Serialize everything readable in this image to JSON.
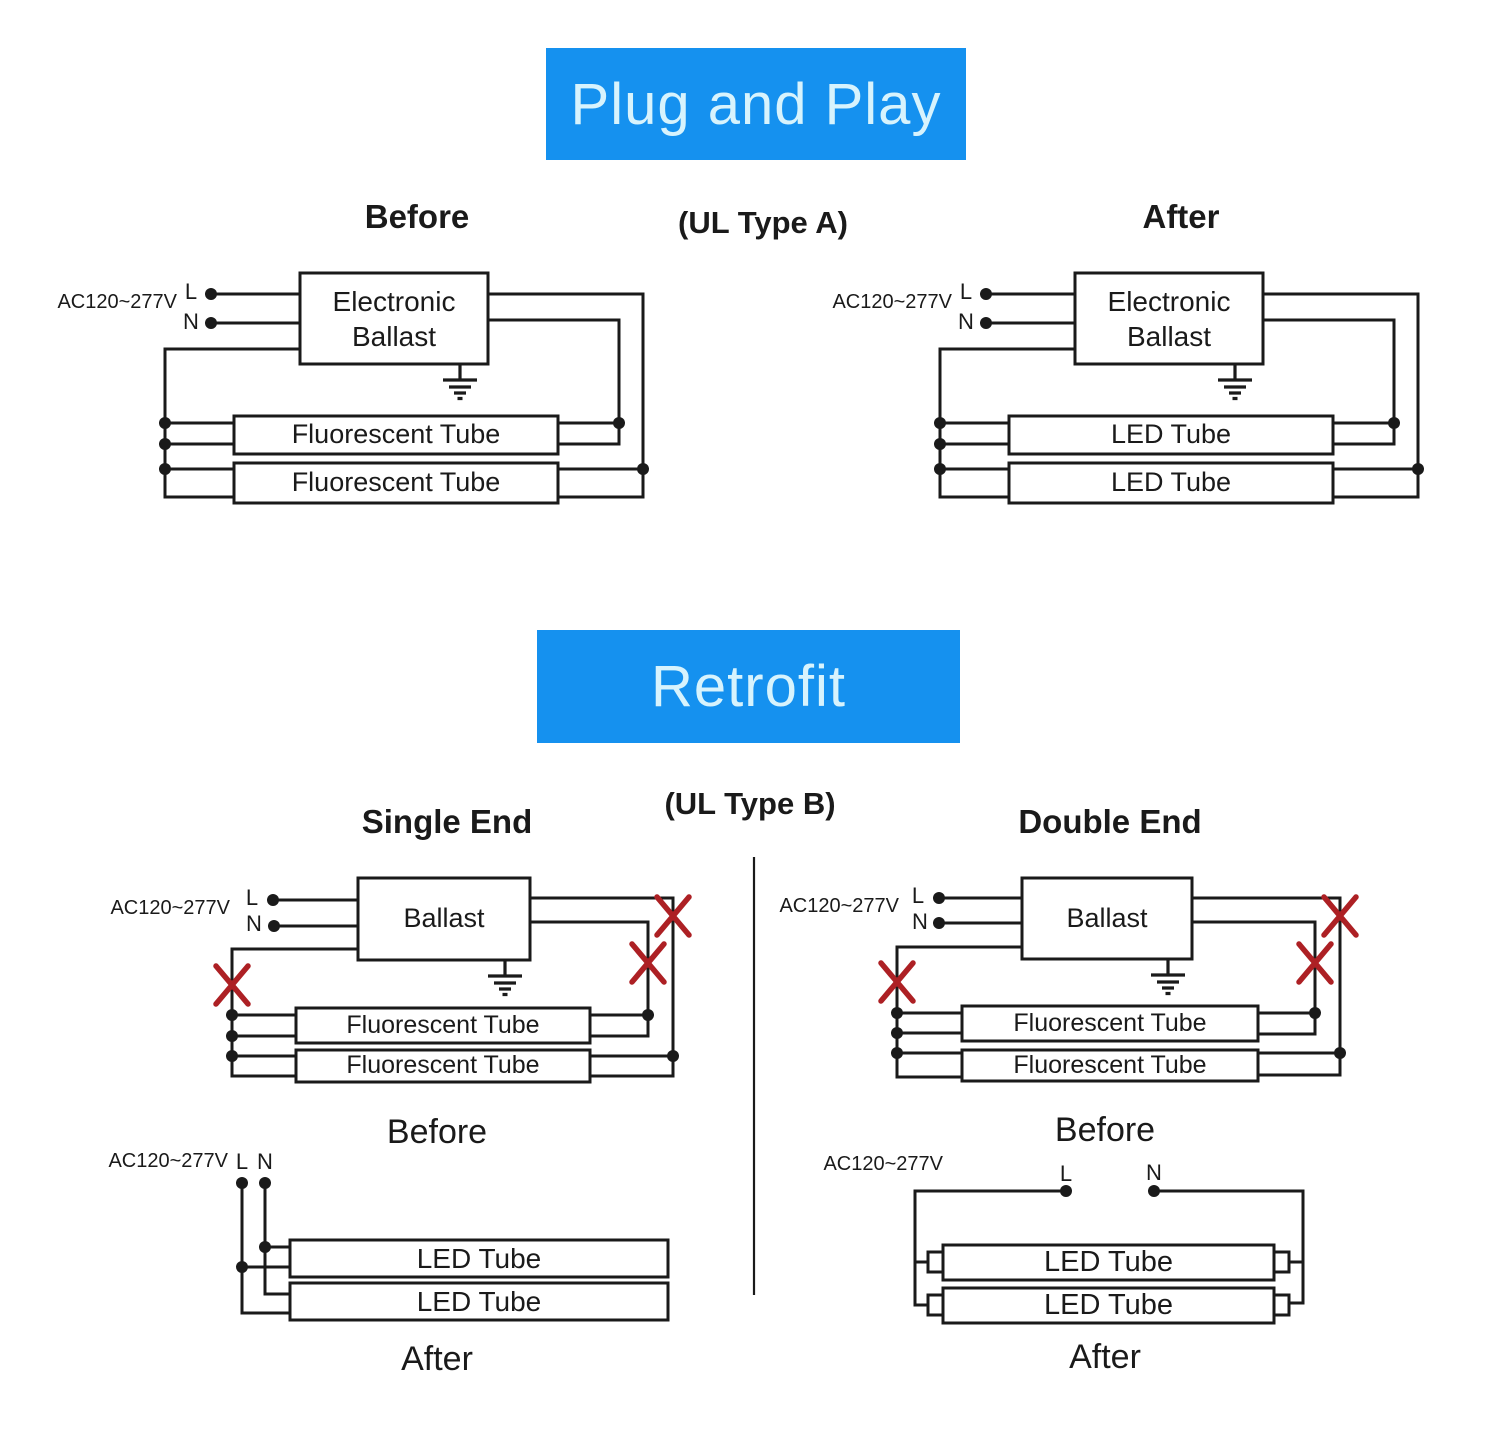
{
  "icons": {
    "ground": "earth-ground-icon",
    "cut": "cut-wire-x-icon",
    "terminal": "junction-dot"
  },
  "colors": {
    "banner_blue": "#1591ef",
    "banner_text": "#d7f3fd",
    "line_black": "#1a1a1a",
    "cut_red": "#ad2024"
  },
  "plug_and_play": {
    "banner": "Plug and Play",
    "type_label": "(UL Type A)",
    "before": {
      "title": "Before",
      "ac": "AC120~277V",
      "l": "L",
      "n": "N",
      "ballast1": "Electronic",
      "ballast2": "Ballast",
      "tube1": "Fluorescent Tube",
      "tube2": "Fluorescent Tube"
    },
    "after": {
      "title": "After",
      "ac": "AC120~277V",
      "l": "L",
      "n": "N",
      "ballast1": "Electronic",
      "ballast2": "Ballast",
      "tube1": "LED Tube",
      "tube2": "LED Tube"
    }
  },
  "retrofit": {
    "banner": "Retrofit",
    "type_label": "(UL Type B)",
    "single_end": {
      "title": "Single End",
      "before": {
        "caption": "Before",
        "ac": "AC120~277V",
        "l": "L",
        "n": "N",
        "ballast": "Ballast",
        "tube1": "Fluorescent Tube",
        "tube2": "Fluorescent Tube"
      },
      "after": {
        "caption": "After",
        "ac": "AC120~277V",
        "l": "L",
        "n": "N",
        "tube1": "LED Tube",
        "tube2": "LED Tube"
      }
    },
    "double_end": {
      "title": "Double End",
      "before": {
        "caption": "Before",
        "ac": "AC120~277V",
        "l": "L",
        "n": "N",
        "ballast": "Ballast",
        "tube1": "Fluorescent Tube",
        "tube2": "Fluorescent Tube"
      },
      "after": {
        "caption": "After",
        "ac": "AC120~277V",
        "l": "L",
        "n": "N",
        "tube1": "LED Tube",
        "tube2": "LED Tube"
      }
    }
  }
}
